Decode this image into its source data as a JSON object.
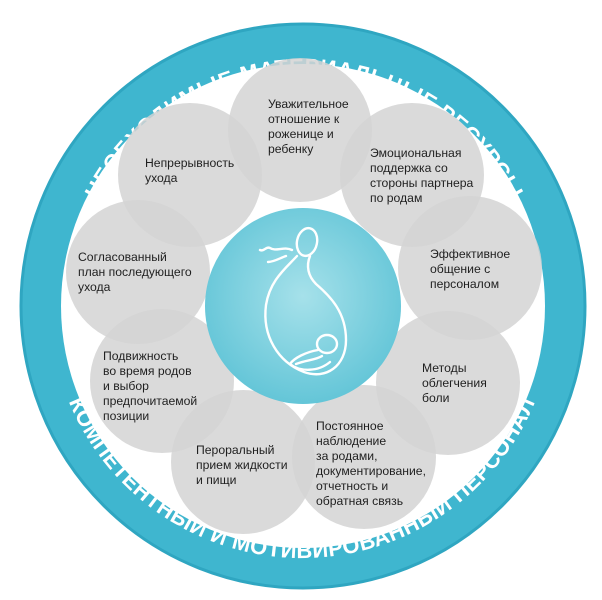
{
  "ring": {
    "top_text": "НЕОБХОДИМЫЕ МАТЕРИАЛЬНЫЕ РЕСУРСЫ",
    "bottom_text": "КОМПЕТЕНТНЫЙ И МОТИВИРОВАННЫЙ ПЕРСОНАЛ"
  },
  "petals": [
    {
      "label": "Уважительное\nотношение к\nроженице и\nребенку"
    },
    {
      "label": "Эмоциональная\nподдержка со\nстороны партнера\nпо родам"
    },
    {
      "label": "Эффективное\nобщение с\nперсоналом"
    },
    {
      "label": "Методы\nоблегчения\nболи"
    },
    {
      "label": "Постоянное\nнаблюдение\nза родами,\nдокументирование,\nотчетность и\nобратная связь"
    },
    {
      "label": "Пероральный\nприем жидкости\nи пищи"
    },
    {
      "label": "Подвижность\nво время родов\nи выбор\nпредпочитаемой\nпозиции"
    },
    {
      "label": "Согласованный\nплан последующего\nухода"
    },
    {
      "label": "Непрерывность\nухода"
    }
  ],
  "center": {
    "icon": "mother-and-baby-icon"
  },
  "colors": {
    "ring": "#3fb6cf",
    "ring_edge": "#2a9fbb",
    "petal": "#d9d9d9",
    "center": "#7fd0df"
  }
}
